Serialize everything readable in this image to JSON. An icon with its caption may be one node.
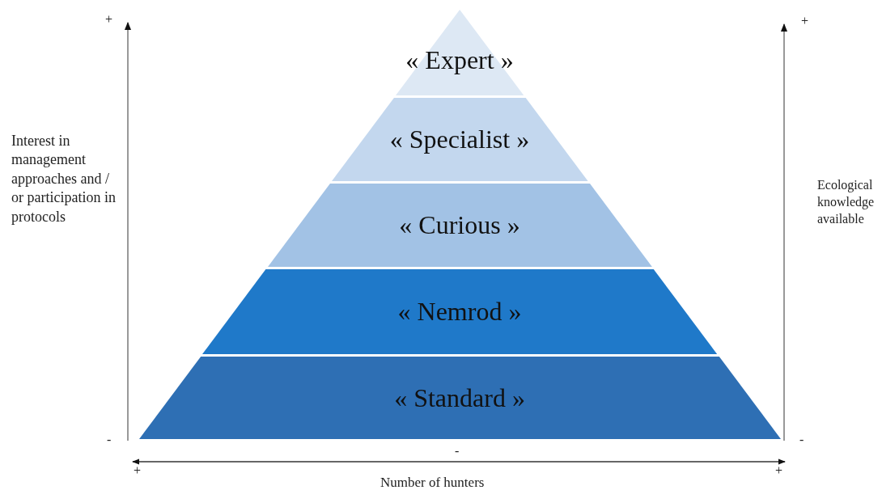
{
  "diagram": {
    "nodes": [
      {
        "text": [
          "« Expert »"
        ]
      },
      {
        "text": [
          "« Specialist »"
        ]
      },
      {
        "text": [
          "« Curious »"
        ]
      },
      {
        "text": [
          "« Nemrod »"
        ]
      },
      {
        "text": [
          "« Standard »"
        ]
      }
    ],
    "labels": [
      "+",
      "+",
      "Interest in management approaches and / or participation in protocols",
      "Ecological knowledge available",
      "-",
      "-",
      "-",
      "+",
      "+",
      "Number of hunters"
    ]
  }
}
